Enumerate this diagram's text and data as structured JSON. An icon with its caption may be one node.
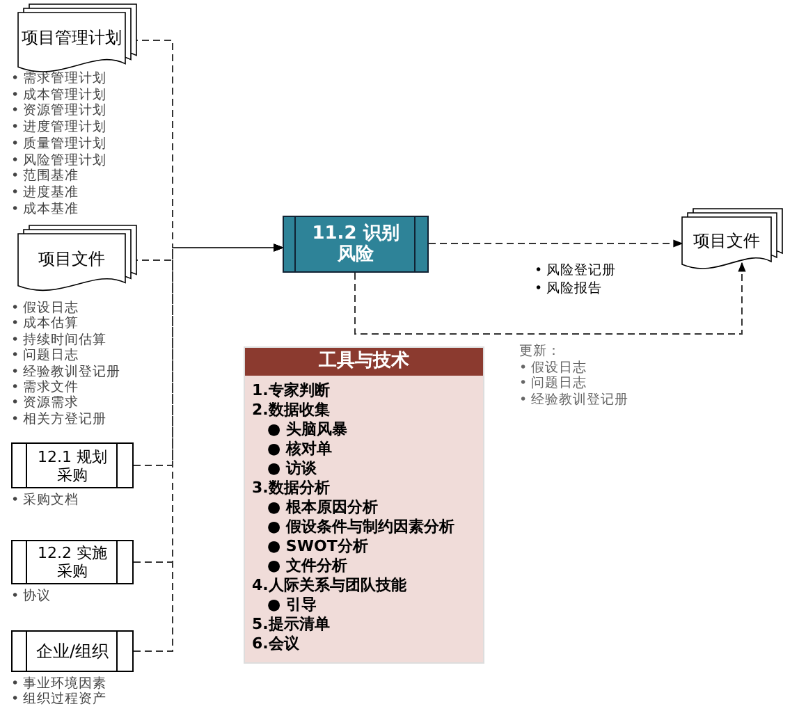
{
  "diagram": {
    "nodes": [
      {
        "text": [
          "项目管理计划"
        ],
        "beside": [
          "• 需求管理计划",
          "• 成本管理计划",
          "• 资源管理计划",
          "• 进度管理计划",
          "• 质量管理计划",
          "• 风险管理计划",
          "• 范围基准",
          "• 进度基准",
          "• 成本基准"
        ]
      },
      {
        "text": [
          "项目文件"
        ],
        "beside": [
          "• 假设日志",
          "• 成本估算",
          "• 持续时间估算",
          "• 问题日志",
          "• 经验教训登记册",
          "• 需求文件",
          "• 资源需求",
          "• 相关方登记册"
        ]
      },
      {
        "text": [
          "12.1 规划采购"
        ],
        "beside": [
          "• 采购文档"
        ]
      },
      {
        "text": [
          "12.2 实施采购"
        ],
        "beside": [
          "• 协议"
        ]
      },
      {
        "text": [
          "企业/组织"
        ],
        "beside": [
          "• 事业环境因素",
          "• 组织过程资产"
        ]
      },
      {
        "text": [
          "11.2 识别风险"
        ]
      },
      {
        "text": [
          "项目文件"
        ]
      },
      {
        "text": [
          "工具与技术",
          "1.专家判断",
          "2.数据收集",
          "● 头脑风暴",
          "● 核对单",
          "● 访谈",
          "3.数据分析",
          "● 根本原因分析",
          "● 假设条件与制约因素分析",
          "● SWOT分析",
          "● 文件分析",
          "4.人际关系与团队技能",
          "● 引导",
          "5.提示清单",
          "6.会议"
        ]
      }
    ],
    "edges": [
      {
        "from": 0,
        "to": 5,
        "arrow": "to",
        "style": "dashed"
      },
      {
        "from": 1,
        "to": 5,
        "arrow": "to",
        "style": "dashed"
      },
      {
        "from": 2,
        "to": 5,
        "arrow": "to",
        "style": "dashed"
      },
      {
        "from": 3,
        "to": 5,
        "arrow": "to",
        "style": "dashed"
      },
      {
        "from": 4,
        "to": 5,
        "arrow": "to",
        "style": "dashed"
      },
      {
        "from": 5,
        "to": 6,
        "arrow": "to",
        "style": "dashed"
      },
      {
        "from": 5,
        "to": 6,
        "arrow": "to",
        "style": "dashed"
      }
    ],
    "labels": [
      "• 风险登记册",
      "• 风险报告",
      "更新：",
      "• 假设日志",
      "• 问题日志",
      "• 经验教训登记册"
    ]
  }
}
